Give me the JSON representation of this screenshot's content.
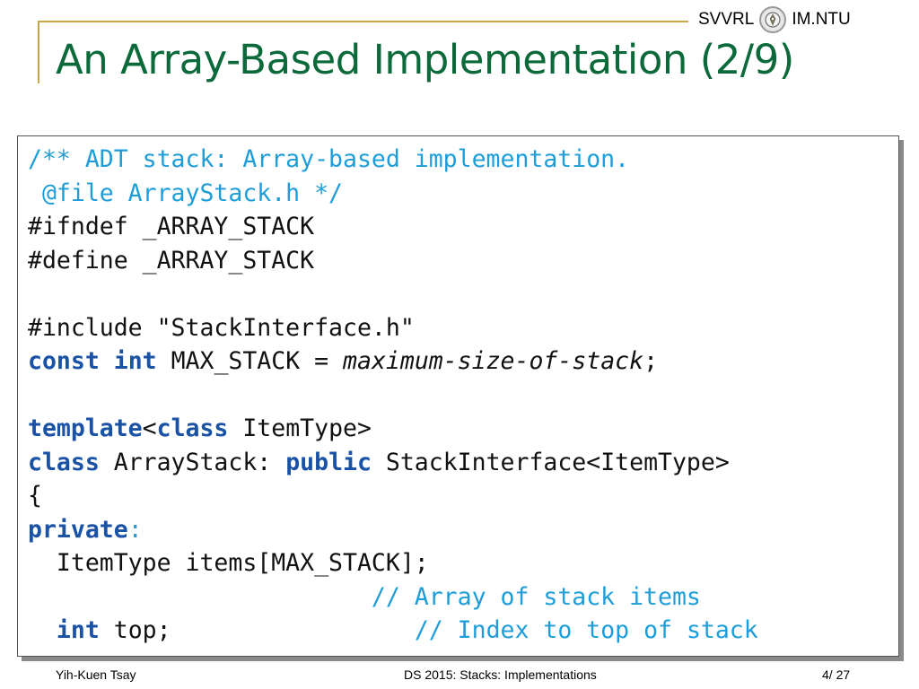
{
  "header": {
    "lab_name": "SVVRL",
    "logo_icon": "university-seal-icon",
    "dept_name": "IM.NTU",
    "accent_color": "#c9a64a"
  },
  "slide": {
    "title": "An Array-Based Implementation (2/9)",
    "title_color": "#0c6a3a"
  },
  "code": {
    "lines": [
      [
        {
          "t": "/** ADT stack: Array-based implementation.",
          "s": "cm"
        }
      ],
      [
        {
          "t": " @file ArrayStack.h */",
          "s": "cm"
        }
      ],
      [
        {
          "t": "#ifndef _ARRAY_STACK",
          "s": ""
        }
      ],
      [
        {
          "t": "#define _ARRAY_STACK",
          "s": ""
        }
      ],
      [],
      [
        {
          "t": "#include \"StackInterface.h\"",
          "s": ""
        }
      ],
      [
        {
          "t": "const",
          "s": "kw"
        },
        {
          "t": " ",
          "s": ""
        },
        {
          "t": "int",
          "s": "kw"
        },
        {
          "t": " MAX_STACK = ",
          "s": ""
        },
        {
          "t": "maximum-size-of-stack",
          "s": "it"
        },
        {
          "t": ";",
          "s": ""
        }
      ],
      [],
      [
        {
          "t": "template",
          "s": "kw"
        },
        {
          "t": "<",
          "s": ""
        },
        {
          "t": "class",
          "s": "kw"
        },
        {
          "t": " ItemType>",
          "s": ""
        }
      ],
      [
        {
          "t": "class",
          "s": "kw"
        },
        {
          "t": " ArrayStack: ",
          "s": ""
        },
        {
          "t": "public",
          "s": "kw"
        },
        {
          "t": " StackInterface<ItemType>",
          "s": ""
        }
      ],
      [
        {
          "t": "{",
          "s": ""
        }
      ],
      [
        {
          "t": "private",
          "s": "kw"
        },
        {
          "t": ":",
          "s": "cm"
        }
      ],
      [
        {
          "t": "  ItemType items[MAX_STACK];",
          "s": ""
        }
      ],
      [
        {
          "t": "                        ",
          "s": ""
        },
        {
          "t": "// Array of stack items",
          "s": "cm"
        }
      ],
      [
        {
          "t": "  ",
          "s": ""
        },
        {
          "t": "int",
          "s": "kw"
        },
        {
          "t": " top;",
          "s": ""
        },
        {
          "t": "                 ",
          "s": ""
        },
        {
          "t": "// Index to top of stack",
          "s": "cm"
        }
      ]
    ],
    "comment_color": "#1e9dd8",
    "keyword_color": "#1a52a5"
  },
  "footer": {
    "author": "Yih-Kuen Tsay",
    "course": "DS 2015: Stacks: Implementations",
    "page": "4",
    "page_sep": "/",
    "total": "27"
  }
}
